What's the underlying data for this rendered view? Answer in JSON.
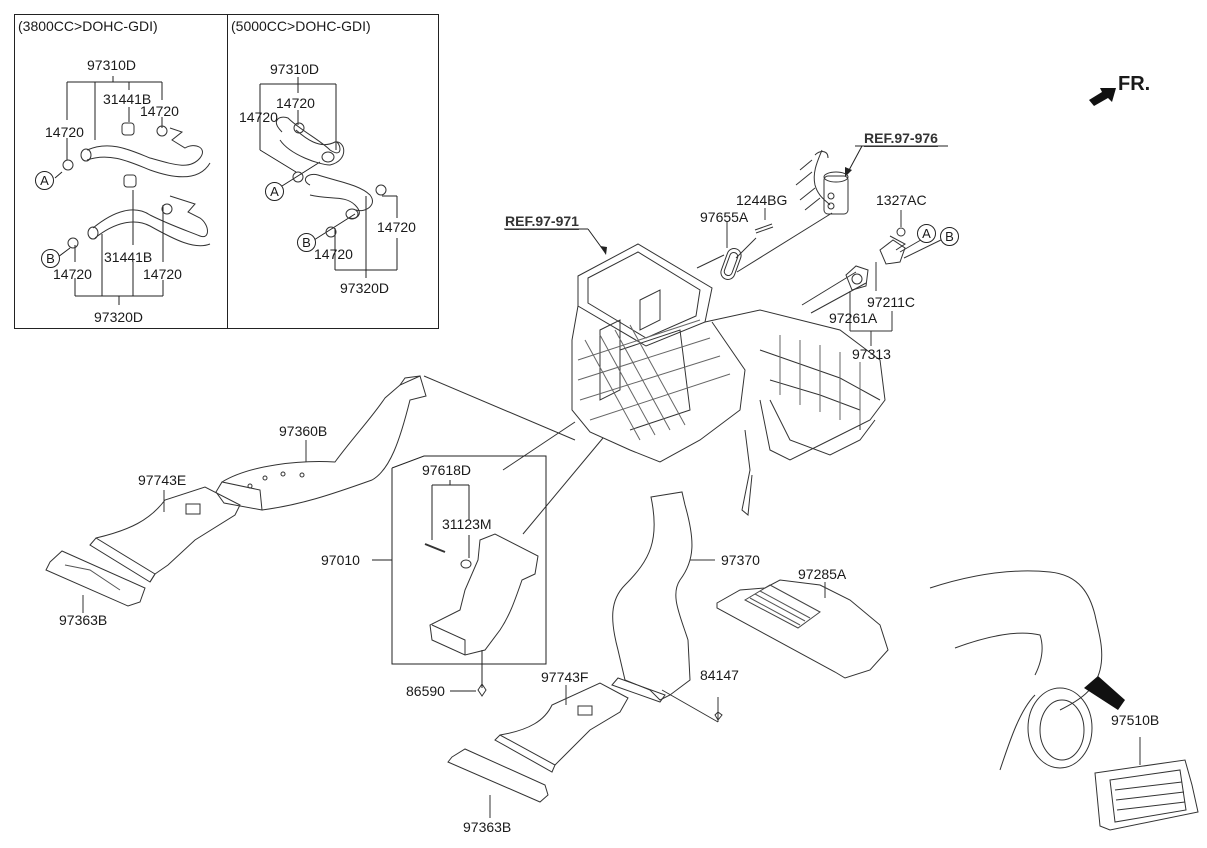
{
  "diagram": {
    "orientation": {
      "label": "FR.",
      "icon": "front-arrow-icon"
    },
    "inset_boxes": [
      {
        "title": "(3800CC>DOHC-GDI)",
        "labels": {
          "p97310D": "97310D",
          "p31441B_top": "31441B",
          "p14720_top_right": "14720",
          "p14720_top_left": "14720",
          "p31441B_bottom": "31441B",
          "p14720_bottom_left": "14720",
          "p14720_bottom_right": "14720",
          "p97320D": "97320D",
          "connA": "A",
          "connB": "B"
        }
      },
      {
        "title": "(5000CC>DOHC-GDI)",
        "labels": {
          "p97310D": "97310D",
          "p14720_a": "14720",
          "p14720_b": "14720",
          "p14720_c": "14720",
          "p14720_d": "14720",
          "p97320D": "97320D",
          "connA": "A",
          "connB": "B"
        }
      }
    ],
    "references": {
      "ref_97_976": "REF.97-976",
      "ref_97_971": "REF.97-971"
    },
    "parts": {
      "p1244BG": "1244BG",
      "p97655A": "97655A",
      "p1327AC": "1327AC",
      "p97211C": "97211C",
      "p97261A": "97261A",
      "p97313": "97313",
      "p97360B": "97360B",
      "p97743E": "97743E",
      "p97363B_left": "97363B",
      "p97618D": "97618D",
      "p31123M": "31123M",
      "p97010": "97010",
      "p86590": "86590",
      "p97370": "97370",
      "p97285A": "97285A",
      "p84147": "84147",
      "p97743F": "97743F",
      "p97363B_bottom": "97363B",
      "p97510B": "97510B",
      "connA": "A",
      "connB": "B"
    }
  }
}
